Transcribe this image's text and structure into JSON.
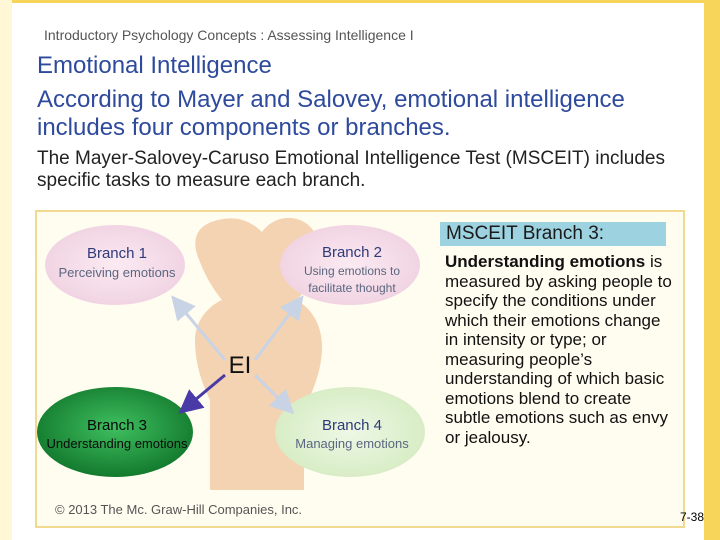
{
  "header": {
    "subtitle": "Introductory Psychology Concepts : Assessing Intelligence I",
    "title": "Emotional Intelligence",
    "intro": "According to Mayer and Salovey, emotional intelligence includes four components or branches.",
    "msceit_text": "The Mayer-Salovey-Caruso Emotional Intelligence Test (MSCEIT) includes specific tasks to measure each branch."
  },
  "diagram": {
    "center_label": "EI",
    "branches": [
      {
        "title": "Branch 1",
        "desc": "Perceiving emotions"
      },
      {
        "title": "Branch 2",
        "desc_line1": "Using emotions to",
        "desc_line2": "facilitate thought"
      },
      {
        "title": "Branch 3",
        "desc": "Understanding emotions"
      },
      {
        "title": "Branch 4",
        "desc": "Managing emotions"
      }
    ],
    "colors": {
      "branch1": "#f7e4ee",
      "branch2": "#f7e4ee",
      "branch3": "#1f8f3c",
      "branch4": "#e3f2d5",
      "silhouette": "#f4d3b2",
      "active_arrow": "#4a3aa8",
      "arrow": "#c9d3e6"
    }
  },
  "panel": {
    "heading": "MSCEIT Branch 3:",
    "body_bold": "Understanding emotions",
    "body_rest": "is measured by asking people to specify the conditions under which their emotions change in intensity or type; or measuring people’s understanding of which basic emotions blend to create subtle emotions such as envy or jealousy."
  },
  "footer": {
    "copyright": "© 2013 The Mc. Graw-Hill Companies, Inc.",
    "page": "7-38"
  }
}
